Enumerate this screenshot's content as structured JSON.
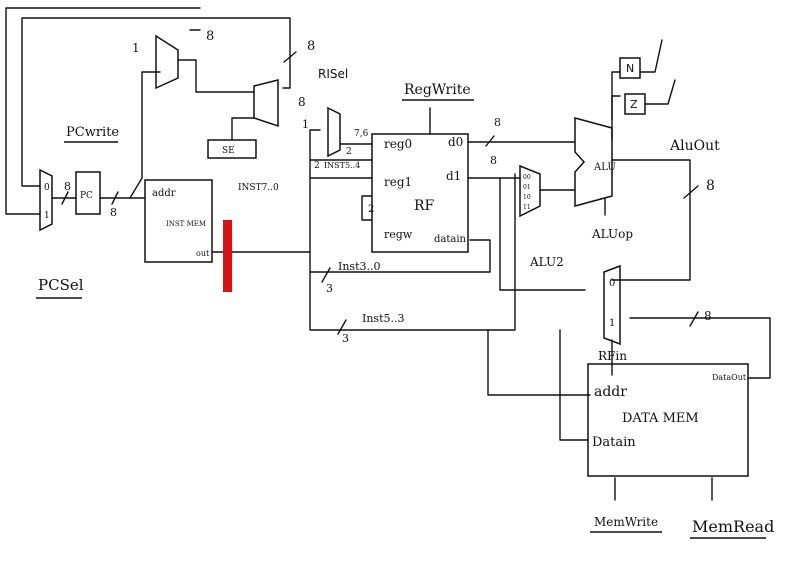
{
  "labels": {
    "pcwrite": "PCwrite",
    "pcsel": "PCSel",
    "pc": "PC",
    "pc_mux_in0": "0",
    "pc_mux_in1": "1",
    "pc_out_width": "8",
    "pc_in_width": "8",
    "adder_const": "1",
    "adder_width": "8",
    "top_width": "8",
    "branch_mux_width": "8",
    "se": "SE",
    "imem_addr": "addr",
    "imem_title": "INST MEM",
    "imem_out": "out",
    "inst_bus": "INST7..0",
    "risel": "RISel",
    "risel_in1": "1",
    "width_7_6": "7,6",
    "width_2a": "2",
    "width_2b": "2",
    "inst_5_4": "INST5..4",
    "width_2c": "2",
    "reg0": "reg0",
    "reg1": "reg1",
    "regw": "regw",
    "d0": "d0",
    "d1": "d1",
    "datain_rf": "datain",
    "rf": "RF",
    "regwrite": "RegWrite",
    "d0_width": "8",
    "d1_width": "8",
    "alu2_in00": "00",
    "alu2_in01": "01",
    "alu2_in10": "10",
    "alu2_in11": "11",
    "alu2": "ALU2",
    "alu": "ALU",
    "aluop": "ALUop",
    "aluout": "AluOut",
    "aluout_width": "8",
    "n_flag": "N",
    "z_flag": "Z",
    "inst_3_0": "Inst3..0",
    "inst_3_0_width": "3",
    "inst_5_3": "Inst5..3",
    "inst_5_3_width": "3",
    "rfin_in0": "0",
    "rfin_in1": "1",
    "rfin": "RFin",
    "dataout_width": "8",
    "dmem_addr": "addr",
    "dmem_title": "DATA MEM",
    "dmem_datain": "Datain",
    "dmem_dataout": "DataOut",
    "memwrite": "MemWrite",
    "memread": "MemRead"
  },
  "colors": {
    "ink": "#111111",
    "highlight": "#dd1111"
  }
}
